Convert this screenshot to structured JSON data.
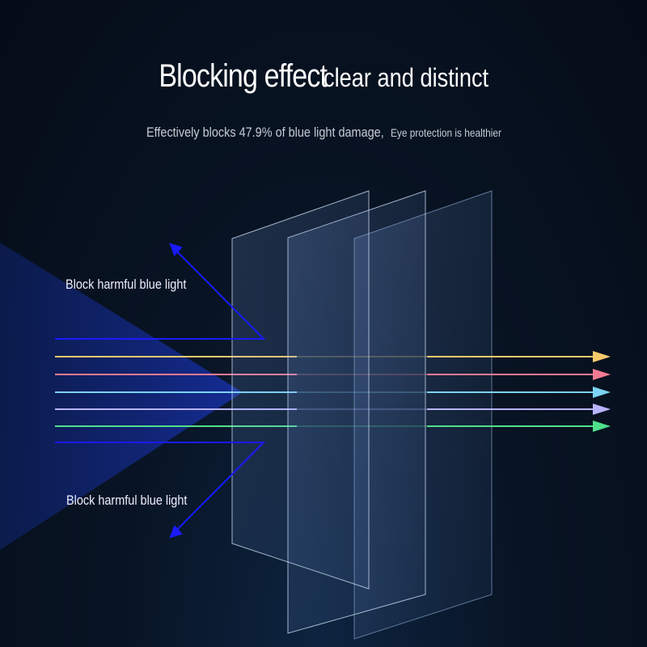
{
  "title": {
    "main": "Blocking effect",
    "secondary": "clear and distinct"
  },
  "subtitle": {
    "line1": "Effectively blocks 47.9% of blue light damage,",
    "line2": "Eye protection is healthier"
  },
  "labels": {
    "top": "Block harmful blue light",
    "bottom": "Block harmful blue light"
  },
  "colors": {
    "blocked": "#1a1aff",
    "rays": [
      "#f5c96a",
      "#f47a93",
      "#7cd3f2",
      "#b9b4ff",
      "#4fe08c"
    ]
  }
}
